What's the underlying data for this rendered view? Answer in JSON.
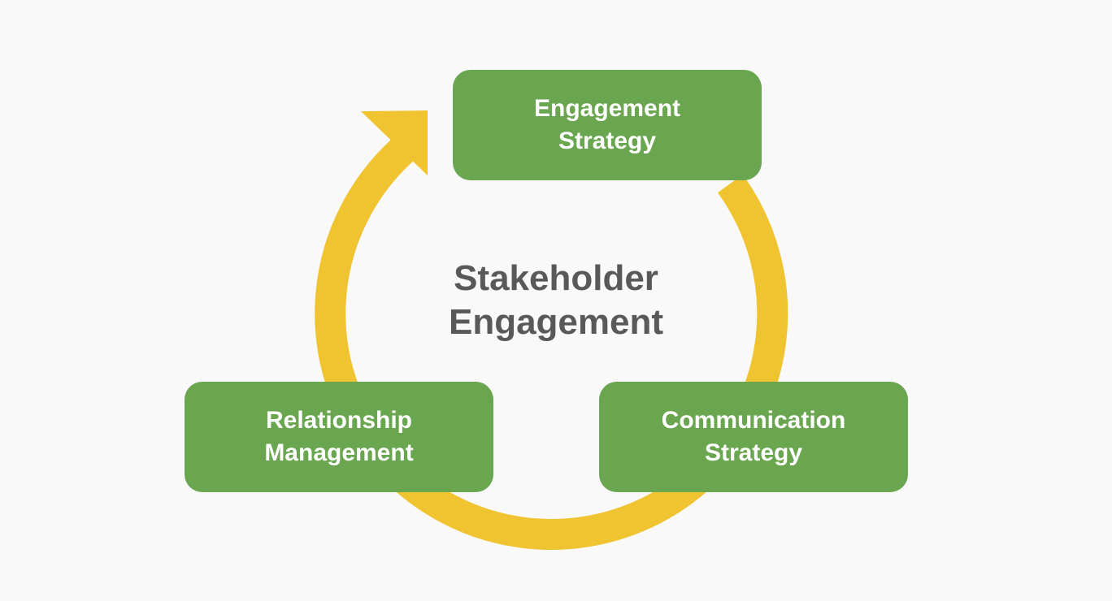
{
  "diagram": {
    "center_title": {
      "line1": "Stakeholder",
      "line2": "Engagement"
    },
    "nodes": [
      {
        "line1": "Engagement",
        "line2": "Strategy"
      },
      {
        "line1": "Communication",
        "line2": "Strategy"
      },
      {
        "line1": "Relationship",
        "line2": "Management"
      }
    ]
  },
  "colors": {
    "background": "#f9f9f9",
    "ring": "#f0c330",
    "box": "#6aa54f",
    "box_text": "#ffffff",
    "center_text": "#595959"
  }
}
